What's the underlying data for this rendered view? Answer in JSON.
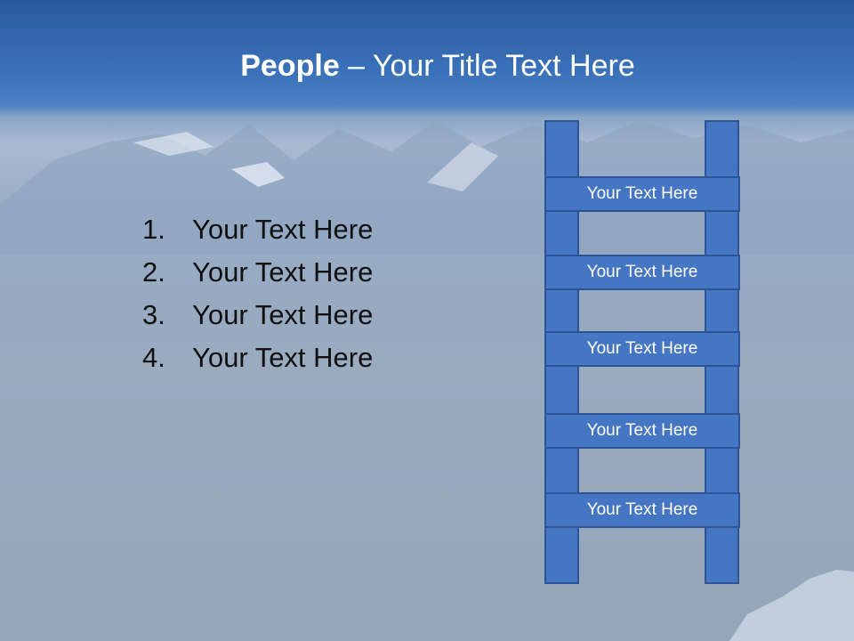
{
  "title": {
    "bold": "People",
    "rest": " – Your Title Text Here"
  },
  "list": [
    {
      "num": "1.",
      "text": "Your Text Here"
    },
    {
      "num": "2.",
      "text": "Your Text Here"
    },
    {
      "num": "3.",
      "text": "Your Text Here"
    },
    {
      "num": "4.",
      "text": "Your Text Here"
    }
  ],
  "ladder": {
    "rungs": [
      "Your Text Here",
      "Your Text Here",
      "Your Text Here",
      "Your Text Here",
      "Your Text Here"
    ]
  },
  "colors": {
    "title_band": "#3a71b9",
    "ladder_fill": "#4476c3",
    "ladder_border": "#2d5494",
    "list_text": "#111111",
    "title_text": "#ffffff"
  }
}
